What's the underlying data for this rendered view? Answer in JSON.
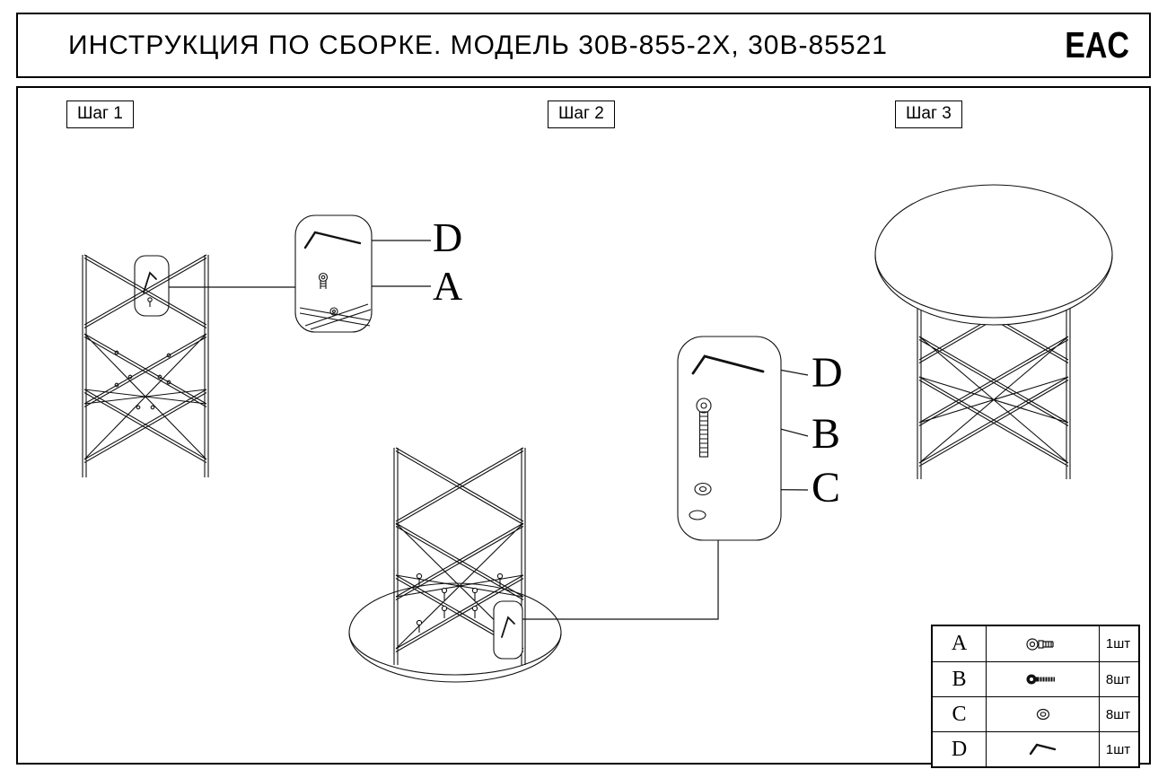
{
  "header": {
    "title": "ИНСТРУКЦИЯ ПО СБОРКЕ. МОДЕЛЬ 30В-855-2Х, 30В-85521",
    "eac_mark": "EAC"
  },
  "steps": [
    {
      "label": "Шаг 1"
    },
    {
      "label": "Шаг 2"
    },
    {
      "label": "Шаг 3"
    }
  ],
  "callouts": {
    "step1": {
      "hardware_labels": [
        "D",
        "A"
      ]
    },
    "step2": {
      "hardware_labels": [
        "D",
        "B",
        "C"
      ]
    }
  },
  "parts_table": {
    "rows": [
      {
        "letter": "A",
        "icon": "flange-screw-icon",
        "qty": "1шт"
      },
      {
        "letter": "B",
        "icon": "bolt-icon",
        "qty": "8шт"
      },
      {
        "letter": "C",
        "icon": "washer-icon",
        "qty": "8шт"
      },
      {
        "letter": "D",
        "icon": "hex-key-icon",
        "qty": "1шт"
      }
    ]
  }
}
